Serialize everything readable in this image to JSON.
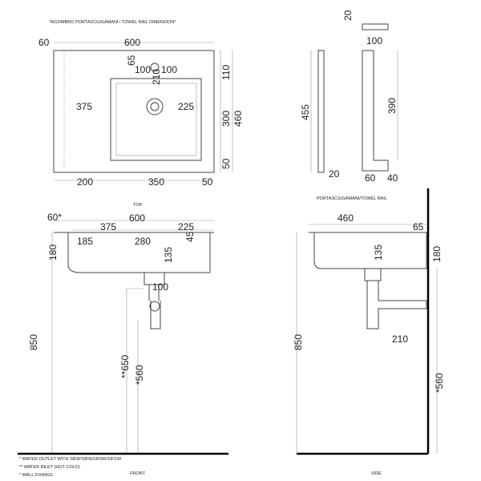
{
  "labels": {
    "towel_rail_dimension": "INGOMBRO PORTASCIUGAMANI / TOWEL RAIL DIMENSION*",
    "top": "TOP",
    "towel_rail": "PORTASCIUGAMANI/TOWEL RAIL",
    "front": "FRONT",
    "side": "SIDE"
  },
  "notes": [
    "* WATER OUTLET WITH SBSPSIFN/SIFDR/SIFCM",
    "** WATER INLET (HOT-COLD)",
    "* WALL FIXINGS"
  ],
  "top": {
    "d60": "60",
    "d600": "600",
    "d65": "65",
    "d100a": "100",
    "d100b": "100",
    "d210": "210",
    "d375": "375",
    "d225": "225",
    "d110": "110",
    "d300": "300",
    "d460": "460",
    "d50v": "50",
    "d200": "200",
    "d350": "350",
    "d50h": "50"
  },
  "rail": {
    "d20top": "20",
    "d100": "100",
    "d455": "455",
    "d20": "20",
    "d390": "390",
    "d60": "60",
    "d40": "40"
  },
  "front": {
    "d60": "60*",
    "d600": "600",
    "d375": "375",
    "d225": "225",
    "d185": "185",
    "d280": "280",
    "d45": "45",
    "d180": "180",
    "d135": "135",
    "d100": "100",
    "d850": "850",
    "d650": "**650",
    "d560": "*560"
  },
  "side": {
    "d460": "460",
    "d65": "65",
    "d135": "135",
    "d180": "180",
    "d210": "210",
    "d850": "850",
    "d560": "*560"
  }
}
